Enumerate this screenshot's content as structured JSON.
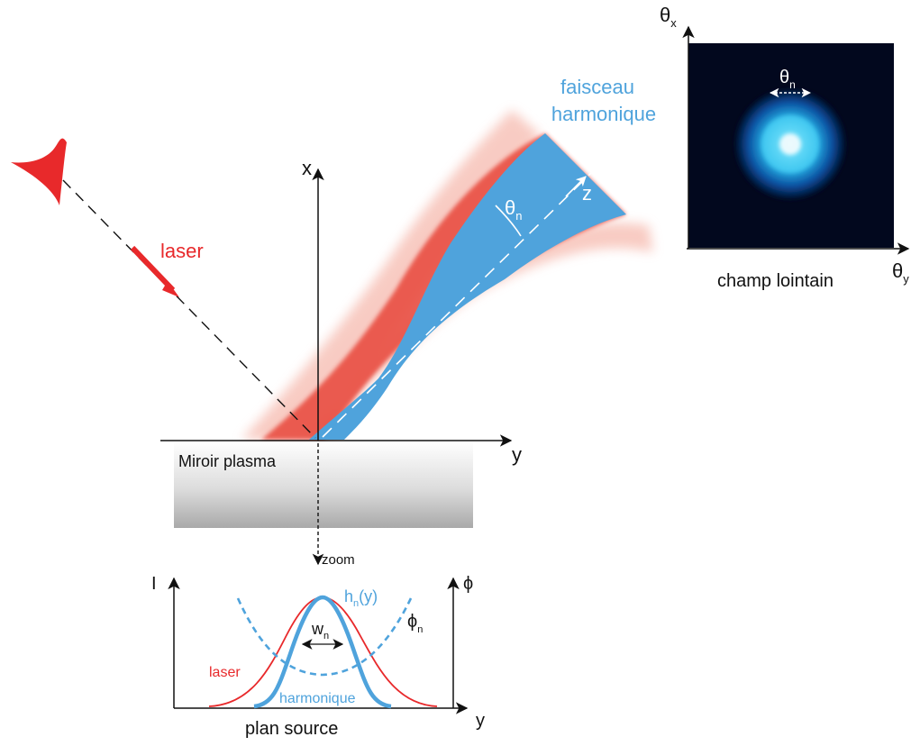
{
  "labels": {
    "harmonic_beam_line1": "faisceau",
    "harmonic_beam_line2": "harmonique",
    "laser_incident": "laser",
    "axis_x": "x",
    "axis_y": "y",
    "axis_z": "z",
    "angle_theta": "θ",
    "angle_sub": "n",
    "mirror": "Miroir plasma",
    "zoom": "zoom",
    "far_field": "champ lointain",
    "far_theta": "θ",
    "far_sub_x": "x",
    "far_sub_y": "y",
    "far_sub_n": "n",
    "source_plane": "plan source",
    "intensity_axis": "I",
    "phase_axis": "ϕ",
    "profile_y": "y",
    "h_label": "h",
    "h_sub": "n",
    "h_arg": "(y)",
    "phi_label": "ϕ",
    "phi_sub": "n",
    "width_label": "w",
    "width_sub": "n",
    "laser_profile": "laser",
    "harmonic_profile": "harmonique"
  },
  "colors": {
    "laser_red": "#e8292b",
    "harmonic_blue": "#4fa3dc",
    "axis": "#111111"
  }
}
